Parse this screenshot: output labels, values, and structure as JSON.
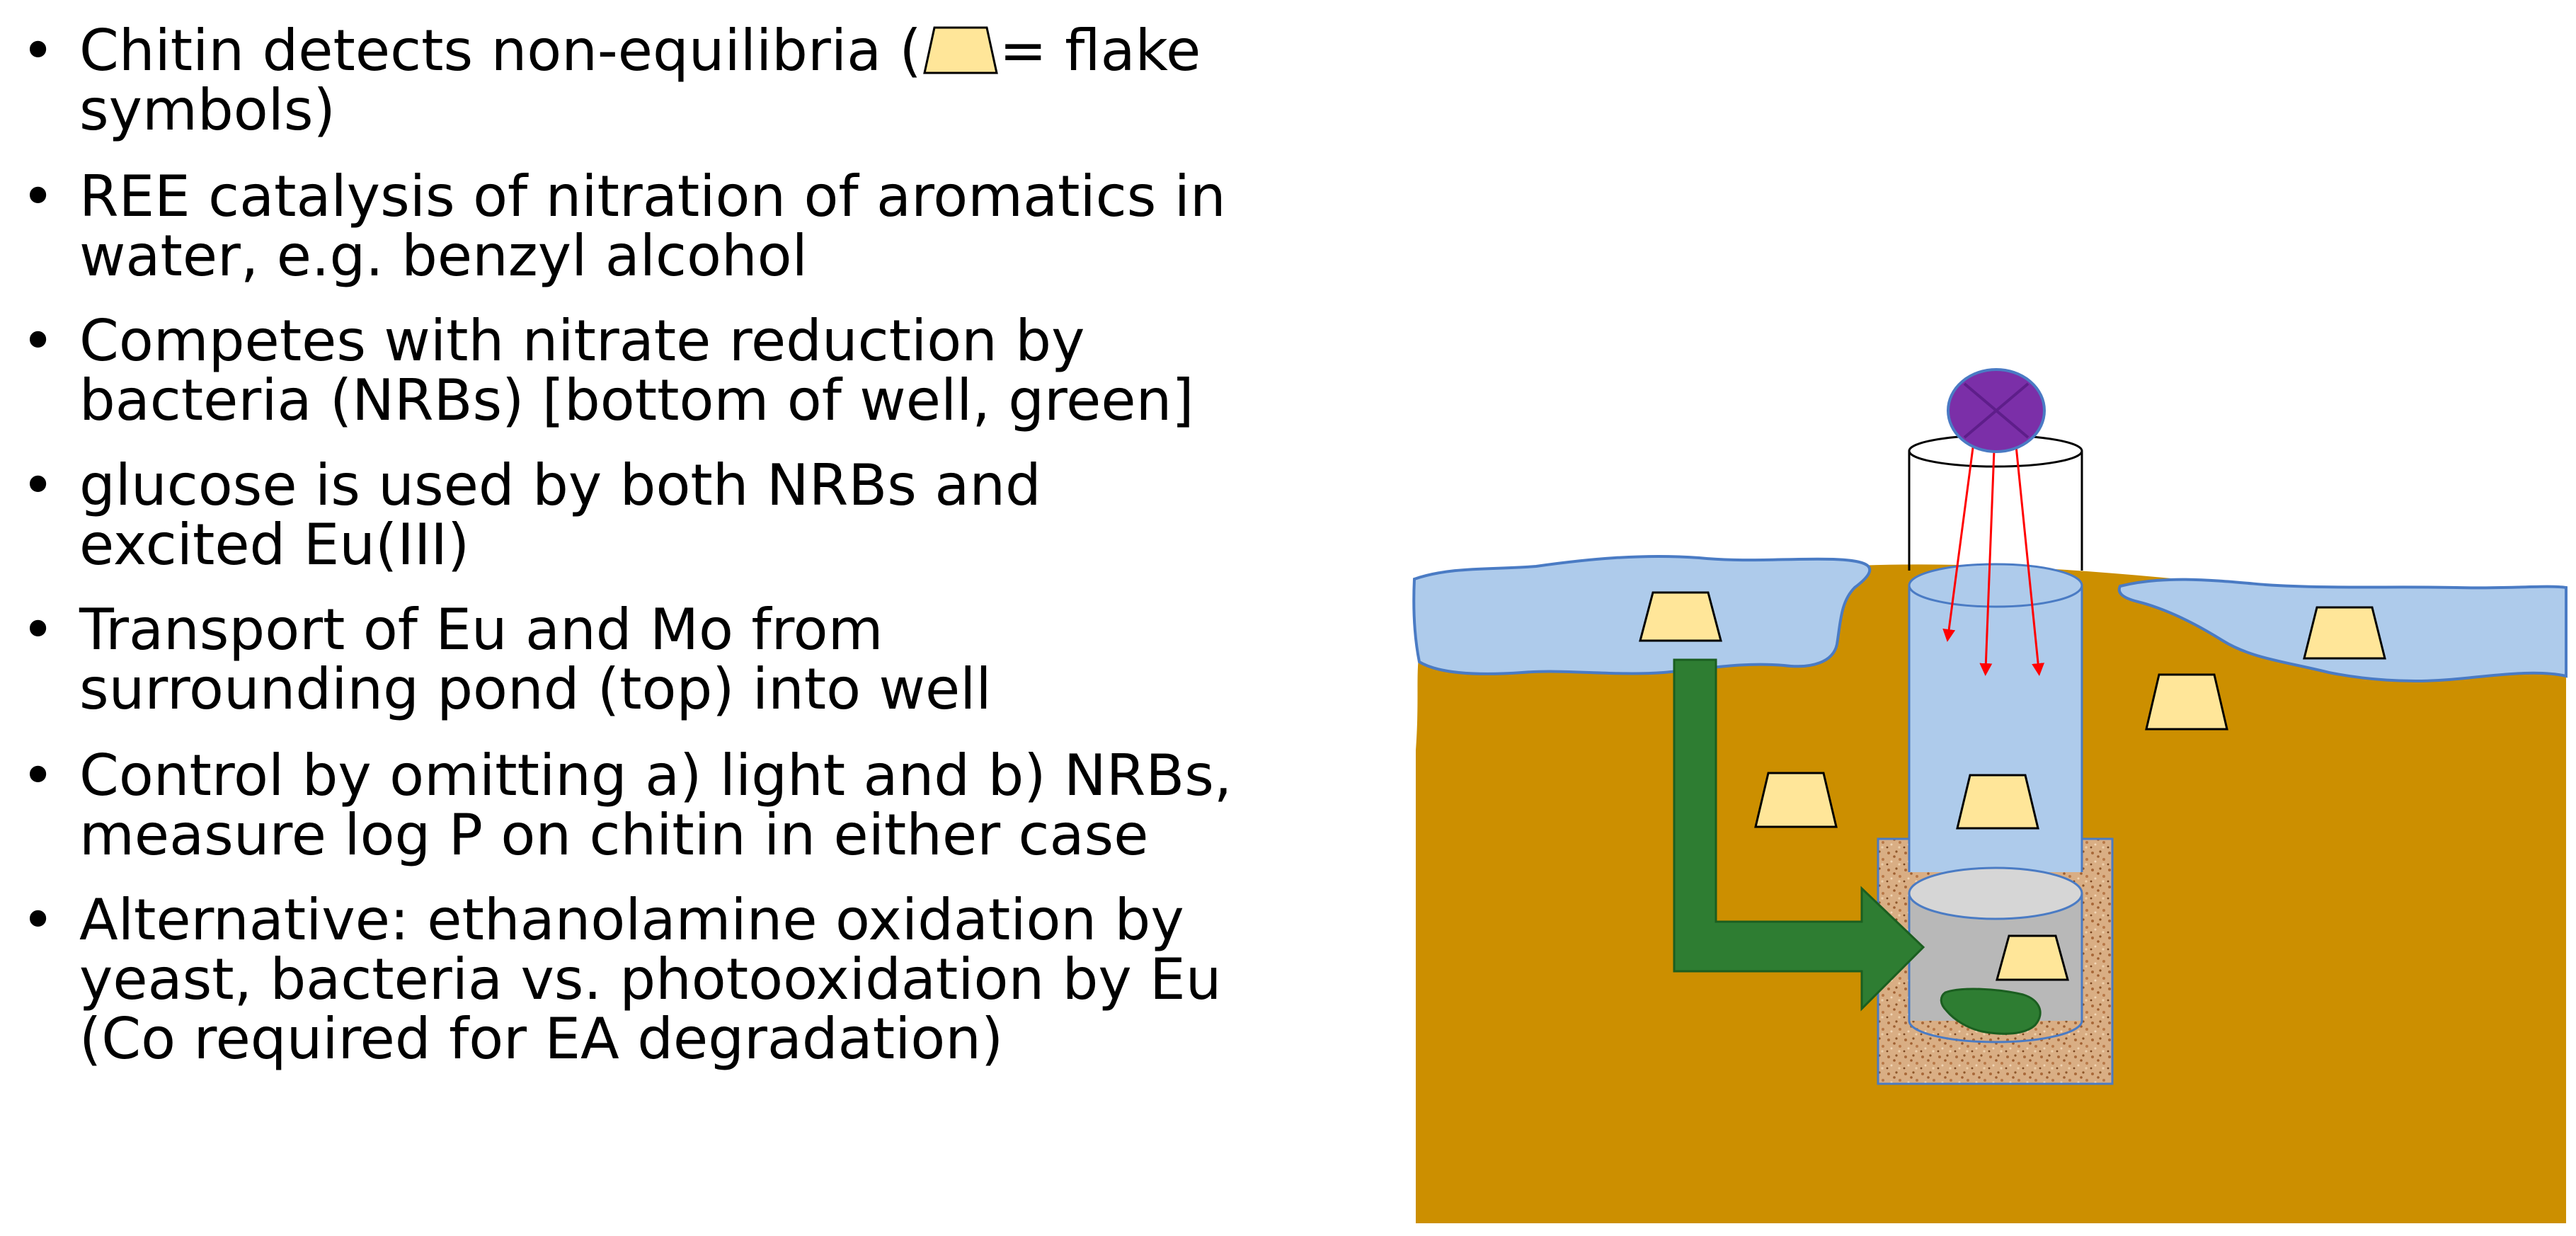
{
  "bullets": [
    {
      "line1_before": "Chitin detects non-equilibria (",
      "line1_after": "= flake",
      "line2": "symbols)",
      "flake_symbol": "flake-symbol-icon"
    },
    {
      "line1": "REE catalysis of nitration of aromatics in",
      "line2": "water, e.g. benzyl alcohol"
    },
    {
      "line1": "Competes with nitrate reduction by",
      "line2": "bacteria (NRBs) [bottom of well, green]"
    },
    {
      "line1": "glucose is used by both NRBs and",
      "line2": "excited Eu(III)"
    },
    {
      "line1": "Transport of Eu and Mo from",
      "line2": "surrounding pond (top) into well"
    },
    {
      "line1": "Control by omitting a) light and b) NRBs,",
      "line2": "measure log P on chitin in either case"
    },
    {
      "line1": "Alternative: ethanolamine oxidation by",
      "line2": "yeast, bacteria vs. photooxidation by Eu",
      "line3": "(Co required for EA degradation)"
    }
  ],
  "colors": {
    "soil": "#CC8F00",
    "water": "#AECBEB",
    "water_outline": "#4A7BC4",
    "flake_fill": "#FFE699",
    "flake_outline": "#000000",
    "arrow": "#2E7D32",
    "light_source": "#7B2FA8",
    "light_rays": "#FF0000",
    "sediment": "#C8A07A",
    "well_bottom": "#B8B8B8",
    "nrb_blob": "#2E7D32"
  }
}
